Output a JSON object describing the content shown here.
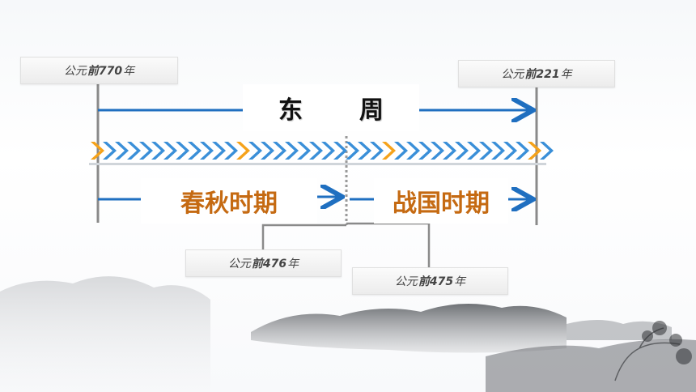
{
  "header_period": {
    "part1": "东",
    "part2": "周"
  },
  "eras": [
    {
      "id": "chunqiu",
      "label": "春秋时期"
    },
    {
      "id": "zhanguo",
      "label": "战国时期"
    }
  ],
  "dates": {
    "start": {
      "prefix": "公元",
      "bold": "前770",
      "suffix": "年"
    },
    "end": {
      "prefix": "公元",
      "bold": "前221",
      "suffix": "年"
    },
    "split_a": {
      "prefix": "公元",
      "bold": "前476",
      "suffix": "年"
    },
    "split_b": {
      "prefix": "公元",
      "bold": "前475",
      "suffix": "年"
    }
  },
  "colors": {
    "arrow_blue": "#1f6fc0",
    "chevron_blue": "#3a8fd8",
    "chevron_orange": "#f5a21a",
    "era_text": "#c56a12",
    "line_gray": "#8a8a8a"
  }
}
